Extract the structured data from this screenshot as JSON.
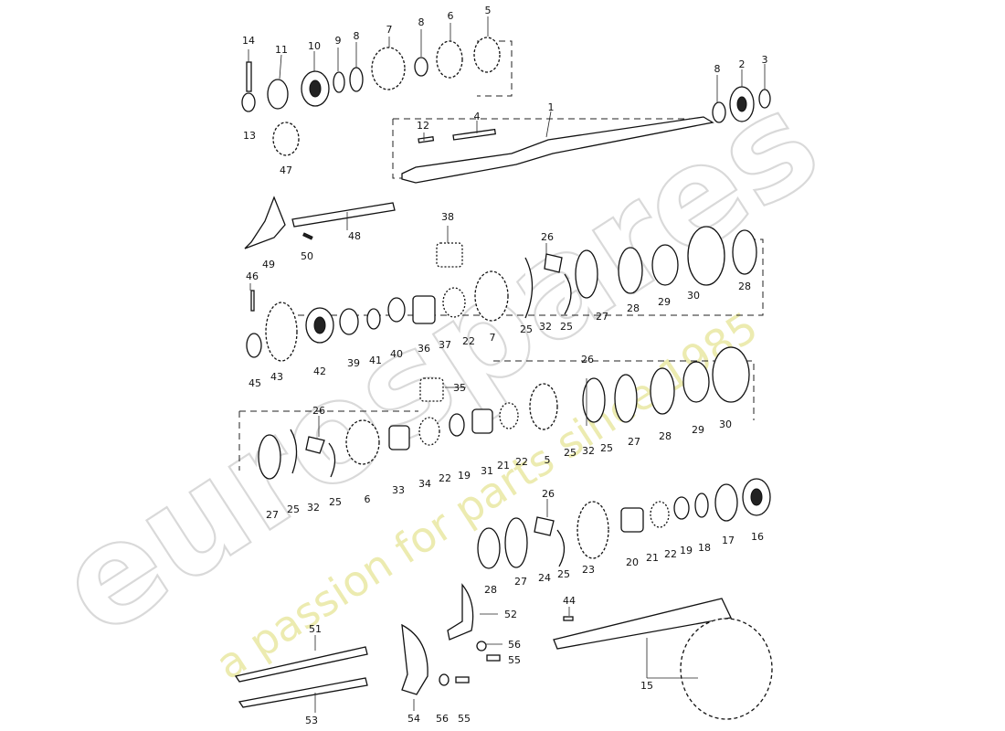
{
  "watermark": {
    "brand": "eurospares",
    "tagline": "a passion for parts since 1985"
  },
  "labels": {
    "p1": "1",
    "p2": "2",
    "p3": "3",
    "p4": "4",
    "p5": "5",
    "p6": "6",
    "p7": "7",
    "p8": "8",
    "p9": "9",
    "p10": "10",
    "p11": "11",
    "p12": "12",
    "p13": "13",
    "p14": "14",
    "p15": "15",
    "p16": "16",
    "p17": "17",
    "p18": "18",
    "p19": "19",
    "p20": "20",
    "p21": "21",
    "p22": "22",
    "p23": "23",
    "p24": "24",
    "p25": "25",
    "p26": "26",
    "p27": "27",
    "p28": "28",
    "p29": "29",
    "p30": "30",
    "p31": "31",
    "p32": "32",
    "p33": "33",
    "p34": "34",
    "p35": "35",
    "p36": "36",
    "p37": "37",
    "p38": "38",
    "p39": "39",
    "p40": "40",
    "p41": "41",
    "p42": "42",
    "p43": "43",
    "p44": "44",
    "p45": "45",
    "p46": "46",
    "p47": "47",
    "p48": "48",
    "p49": "49",
    "p50": "50",
    "p51": "51",
    "p52": "52",
    "p53": "53",
    "p54": "54",
    "p55": "55",
    "p56": "56"
  }
}
